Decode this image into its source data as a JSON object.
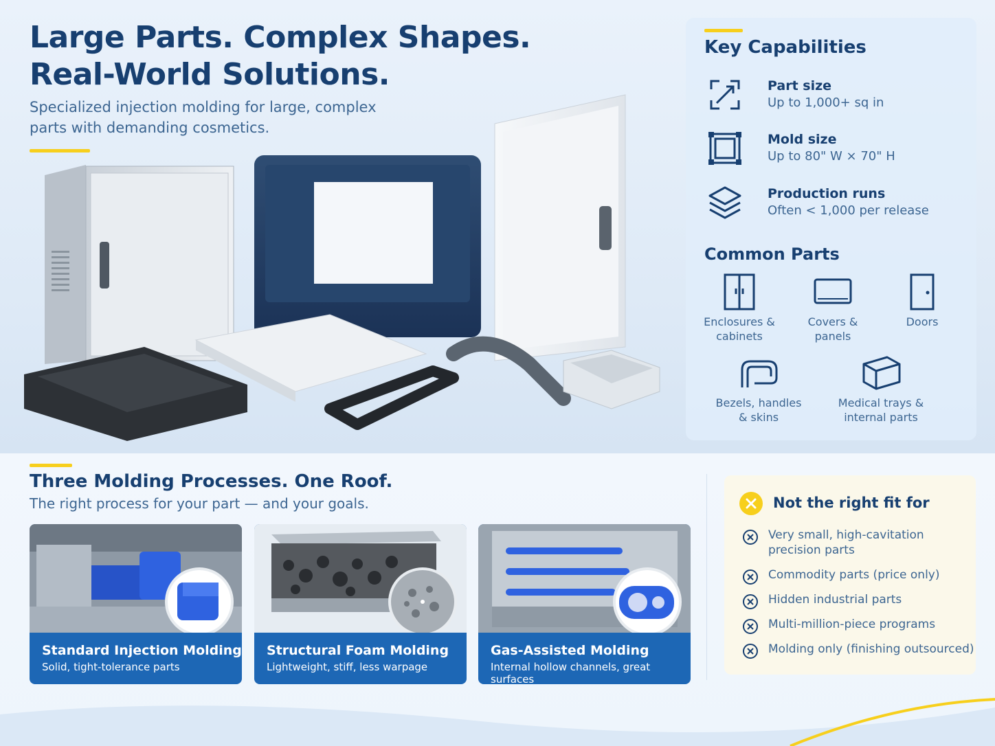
{
  "hero": {
    "title_line1": "Large Parts. Complex Shapes.",
    "title_line2": "Real-World Solutions.",
    "subtitle_line1": "Specialized injection molding for large, complex",
    "subtitle_line2": "parts with demanding cosmetics."
  },
  "capabilities": {
    "title": "Key Capabilities",
    "items": [
      {
        "label": "Part size",
        "value": "Up to 1,000+ sq in",
        "icon": "resize-arrow-icon"
      },
      {
        "label": "Mold size",
        "value": "Up to 80\" W × 70\" H",
        "icon": "mold-frame-icon"
      },
      {
        "label": "Production runs",
        "value": "Often < 1,000 per release",
        "icon": "layers-icon"
      }
    ]
  },
  "common_parts": {
    "title": "Common Parts",
    "items": [
      {
        "line1": "Enclosures &",
        "line2": "cabinets",
        "icon": "cabinet-icon"
      },
      {
        "line1": "Covers &",
        "line2": "panels",
        "icon": "panel-icon"
      },
      {
        "line1": "Doors",
        "line2": "",
        "icon": "door-icon"
      },
      {
        "line1": "Bezels, handles",
        "line2": "& skins",
        "icon": "handle-icon"
      },
      {
        "line1": "Medical trays &",
        "line2": "internal parts",
        "icon": "tray-box-icon"
      }
    ]
  },
  "processes": {
    "title": "Three Molding Processes. One Roof.",
    "subtitle": "The right process for your part — and your goals.",
    "cards": [
      {
        "title": "Standard Injection Molding",
        "desc": "Solid, tight-tolerance parts"
      },
      {
        "title": "Structural Foam Molding",
        "desc": "Lightweight, stiff, less warpage"
      },
      {
        "title": "Gas-Assisted Molding",
        "desc": "Internal hollow channels, great surfaces"
      }
    ]
  },
  "not_fit": {
    "title": "Not the right fit for",
    "items": [
      {
        "line1": "Very small, high-cavitation",
        "line2": "precision parts"
      },
      {
        "line1": "Commodity parts (price only)",
        "line2": ""
      },
      {
        "line1": "Hidden industrial parts",
        "line2": ""
      },
      {
        "line1": "Multi-million-piece programs",
        "line2": ""
      },
      {
        "line1": "Molding only (finishing outsourced)",
        "line2": ""
      }
    ]
  },
  "colors": {
    "navy": "#173f70",
    "accent_yellow": "#f7cf1c",
    "card_blue": "#1d67b5",
    "body_text": "#3c6591"
  }
}
